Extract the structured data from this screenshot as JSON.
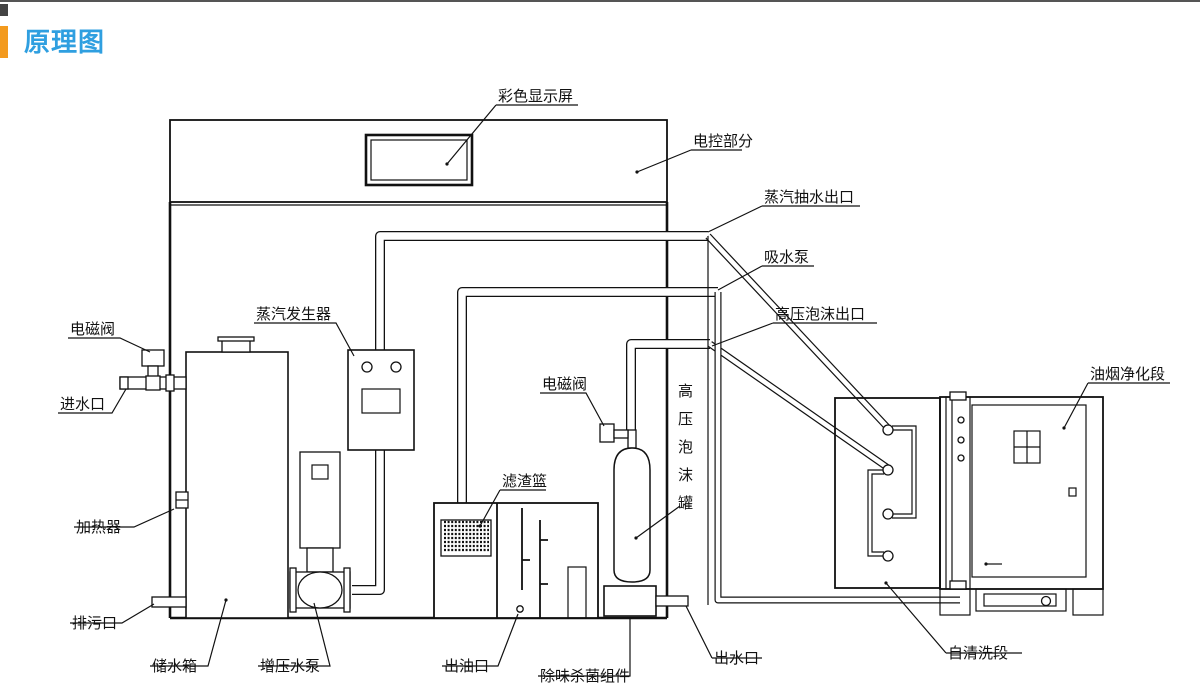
{
  "header": {
    "title": "原理图"
  },
  "labels": {
    "display": "彩色显示屏",
    "control": "电控部分",
    "steam_out": "蒸汽抽水出口",
    "suction_pump": "吸水泵",
    "foam_out": "高压泡沫出口",
    "steam_gen": "蒸汽发生器",
    "valve_left": "电磁阀",
    "inlet": "进水口",
    "valve_mid": "电磁阀",
    "foam_tank_chars": [
      "高",
      "压",
      "泡",
      "沫",
      "罐"
    ],
    "oil_section": "油烟净化段",
    "filter": "滤渣篮",
    "heater": "加热器",
    "drain": "排污口",
    "storage": "储水箱",
    "booster_pump": "增压水泵",
    "oil_out": "出油口",
    "deodor": "除味杀菌组件",
    "water_out": "出水口",
    "self_clean": "自清洗段"
  }
}
